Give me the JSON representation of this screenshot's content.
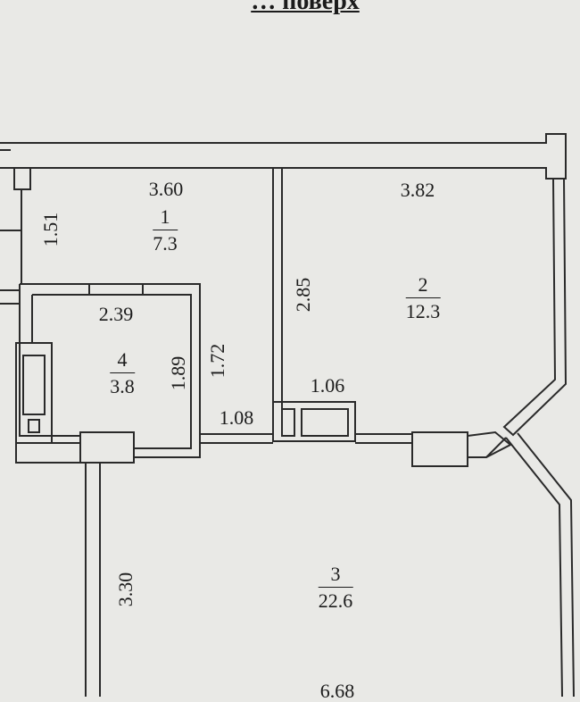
{
  "title": "… поверх",
  "rooms": [
    {
      "number": "1",
      "area": "7.3"
    },
    {
      "number": "2",
      "area": "12.3"
    },
    {
      "number": "3",
      "area": "22.6"
    },
    {
      "number": "4",
      "area": "3.8"
    }
  ],
  "dimensions": {
    "room1_width": "3.60",
    "room2_width": "3.82",
    "room1_left_depth": "1.51",
    "room2_depth": "2.85",
    "room4_width": "2.39",
    "room4_depth": "1.89",
    "corridor_depth": "1.72",
    "door_width_a": "1.06",
    "door_width_b": "1.08",
    "room3_depth": "3.30",
    "room3_width": "6.68"
  }
}
